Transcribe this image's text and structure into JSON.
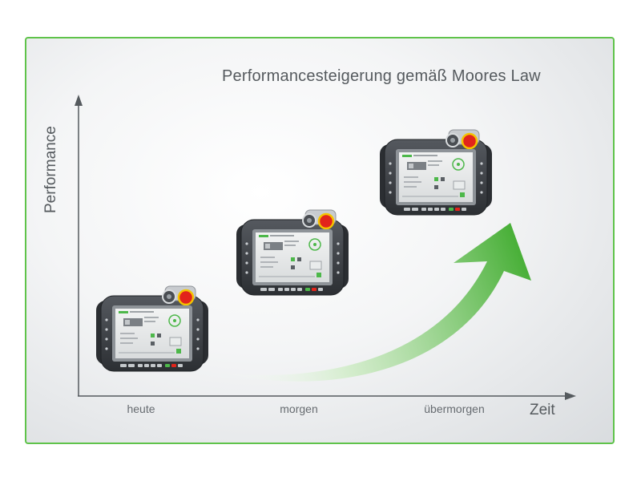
{
  "title": "Performancesteigerung gemäß Moores Law",
  "axes": {
    "y_label": "Performance",
    "x_label": "Zeit",
    "ticks": [
      "heute",
      "morgen",
      "übermorgen"
    ]
  },
  "devices": [
    {
      "name": "device-heute",
      "stage": "heute"
    },
    {
      "name": "device-morgen",
      "stage": "morgen"
    },
    {
      "name": "device-uebermorgen",
      "stage": "übermorgen"
    }
  ],
  "colors": {
    "frame_border": "#5fc34a",
    "arrow_green": "#3fae2a",
    "axis": "#555a5e",
    "estop_red": "#e2241b",
    "device_body": "#3a3d42"
  },
  "icons": {
    "axis_arrow": "arrow-head",
    "growth_arrow": "curved-arrow",
    "estop": "emergency-stop-button"
  }
}
